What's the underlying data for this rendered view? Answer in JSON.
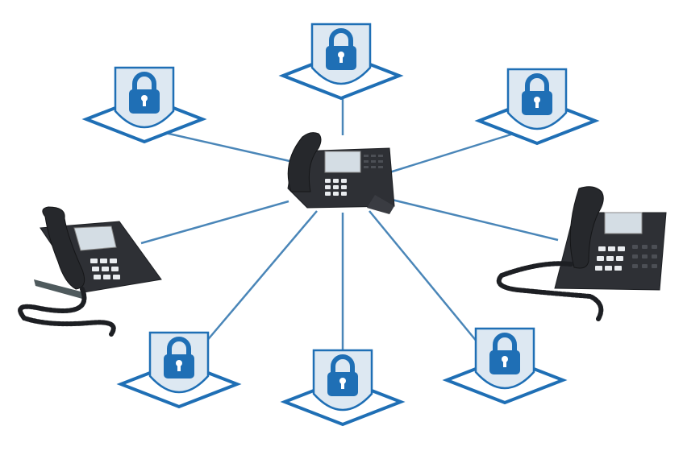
{
  "diagram": {
    "center_node": {
      "icon": "desk-phone-icon",
      "brand_label": ""
    },
    "peer_nodes": [
      {
        "id": "left-phone",
        "icon": "desk-phone-icon"
      },
      {
        "id": "right-phone",
        "icon": "desk-phone-icon"
      }
    ],
    "secure_nodes": [
      {
        "id": "lock-top",
        "icon": "padlock-shield-icon"
      },
      {
        "id": "lock-top-left",
        "icon": "padlock-shield-icon"
      },
      {
        "id": "lock-top-right",
        "icon": "padlock-shield-icon"
      },
      {
        "id": "lock-bottom-left",
        "icon": "padlock-shield-icon"
      },
      {
        "id": "lock-bottom",
        "icon": "padlock-shield-icon"
      },
      {
        "id": "lock-bottom-right",
        "icon": "padlock-shield-icon"
      }
    ],
    "colors": {
      "connector": "#4a86b8",
      "shield_fill": "#dde8f2",
      "shield_stroke": "#1f6fb5",
      "padlock": "#1f6fb5",
      "phone_body": "#2e3035",
      "phone_screen": "#d4dde4"
    }
  }
}
